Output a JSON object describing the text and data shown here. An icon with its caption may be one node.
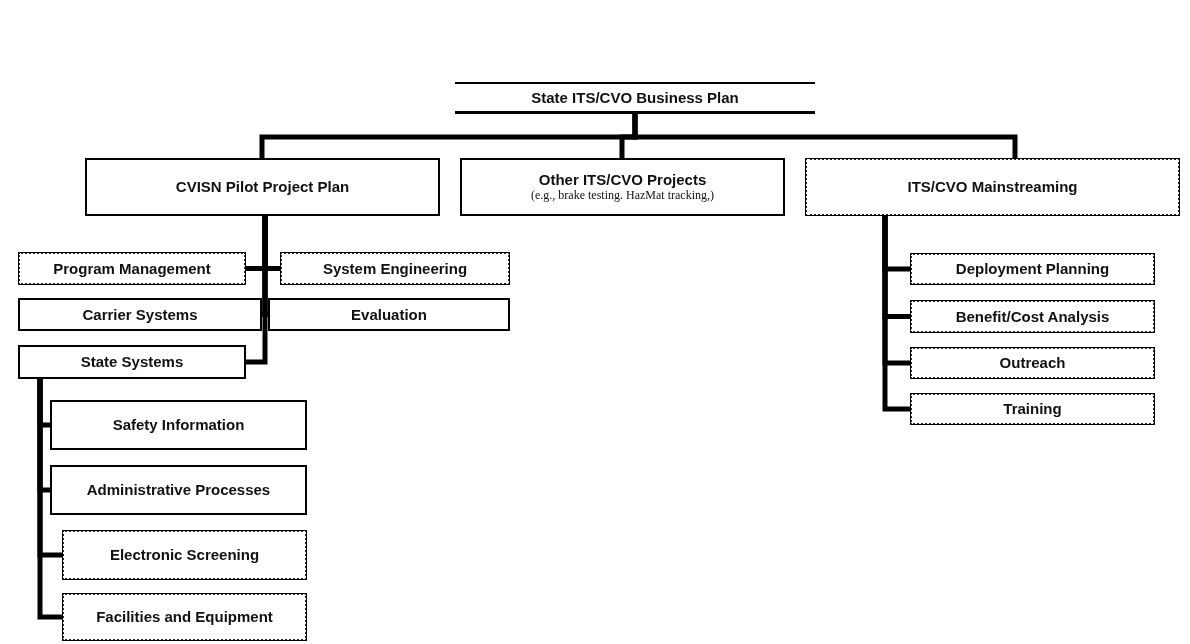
{
  "diagram": {
    "nodes": [
      {
        "text": [
          "State ITS/CVO Business Plan"
        ]
      },
      {
        "text": [
          "CVISN Pilot Project Plan"
        ]
      },
      {
        "text": [
          "Other ITS/CVO Projects",
          "(e.g., brake testing. HazMat tracking,)"
        ]
      },
      {
        "text": [
          "ITS/CVO Mainstreaming"
        ]
      },
      {
        "text": [
          "Program Management"
        ]
      },
      {
        "text": [
          "System Engineering"
        ]
      },
      {
        "text": [
          "Carrier Systems"
        ]
      },
      {
        "text": [
          "Evaluation"
        ]
      },
      {
        "text": [
          "State Systems"
        ]
      },
      {
        "text": [
          "Safety Information"
        ]
      },
      {
        "text": [
          "Administrative Processes"
        ]
      },
      {
        "text": [
          "Electronic Screening"
        ]
      },
      {
        "text": [
          "Facilities and Equipment"
        ]
      },
      {
        "text": [
          "Deployment Planning"
        ]
      },
      {
        "text": [
          "Benefit/Cost Analysis"
        ]
      },
      {
        "text": [
          "Outreach"
        ]
      },
      {
        "text": [
          "Training"
        ]
      }
    ],
    "edges": [
      {
        "from": 0,
        "to": 1,
        "arrow": "none"
      },
      {
        "from": 0,
        "to": 2,
        "arrow": "none"
      },
      {
        "from": 0,
        "to": 3,
        "arrow": "none"
      },
      {
        "from": 1,
        "to": 4,
        "arrow": "none"
      },
      {
        "from": 1,
        "to": 5,
        "arrow": "none"
      },
      {
        "from": 1,
        "to": 6,
        "arrow": "none"
      },
      {
        "from": 1,
        "to": 7,
        "arrow": "none"
      },
      {
        "from": 1,
        "to": 8,
        "arrow": "none"
      },
      {
        "from": 8,
        "to": 9,
        "arrow": "none"
      },
      {
        "from": 8,
        "to": 10,
        "arrow": "none"
      },
      {
        "from": 8,
        "to": 11,
        "arrow": "none"
      },
      {
        "from": 8,
        "to": 12,
        "arrow": "none"
      },
      {
        "from": 3,
        "to": 13,
        "arrow": "none"
      },
      {
        "from": 3,
        "to": 14,
        "arrow": "none"
      },
      {
        "from": 3,
        "to": 15,
        "arrow": "none"
      },
      {
        "from": 3,
        "to": 16,
        "arrow": "none"
      }
    ]
  }
}
